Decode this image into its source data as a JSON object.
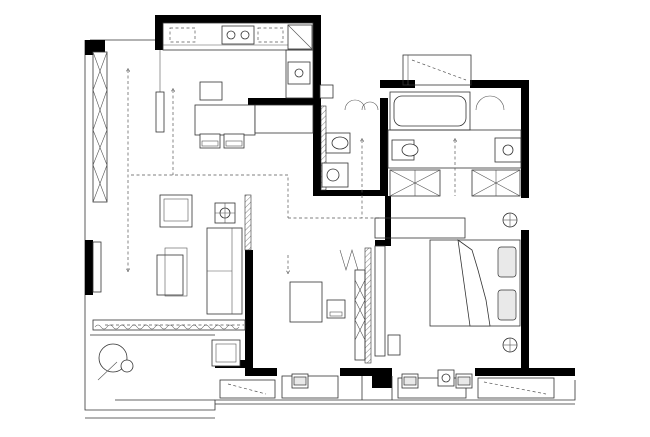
{
  "diagram": {
    "type": "floor-plan",
    "colors": {
      "wall": "#000000",
      "line": "#333333",
      "background": "#ffffff",
      "fixture_fill": "#e9e9e9"
    },
    "zones": [
      {
        "id": "kitchen"
      },
      {
        "id": "dining"
      },
      {
        "id": "living-room"
      },
      {
        "id": "balcony"
      },
      {
        "id": "bathroom-small"
      },
      {
        "id": "bathroom-main"
      },
      {
        "id": "study"
      },
      {
        "id": "master-bedroom"
      }
    ]
  }
}
